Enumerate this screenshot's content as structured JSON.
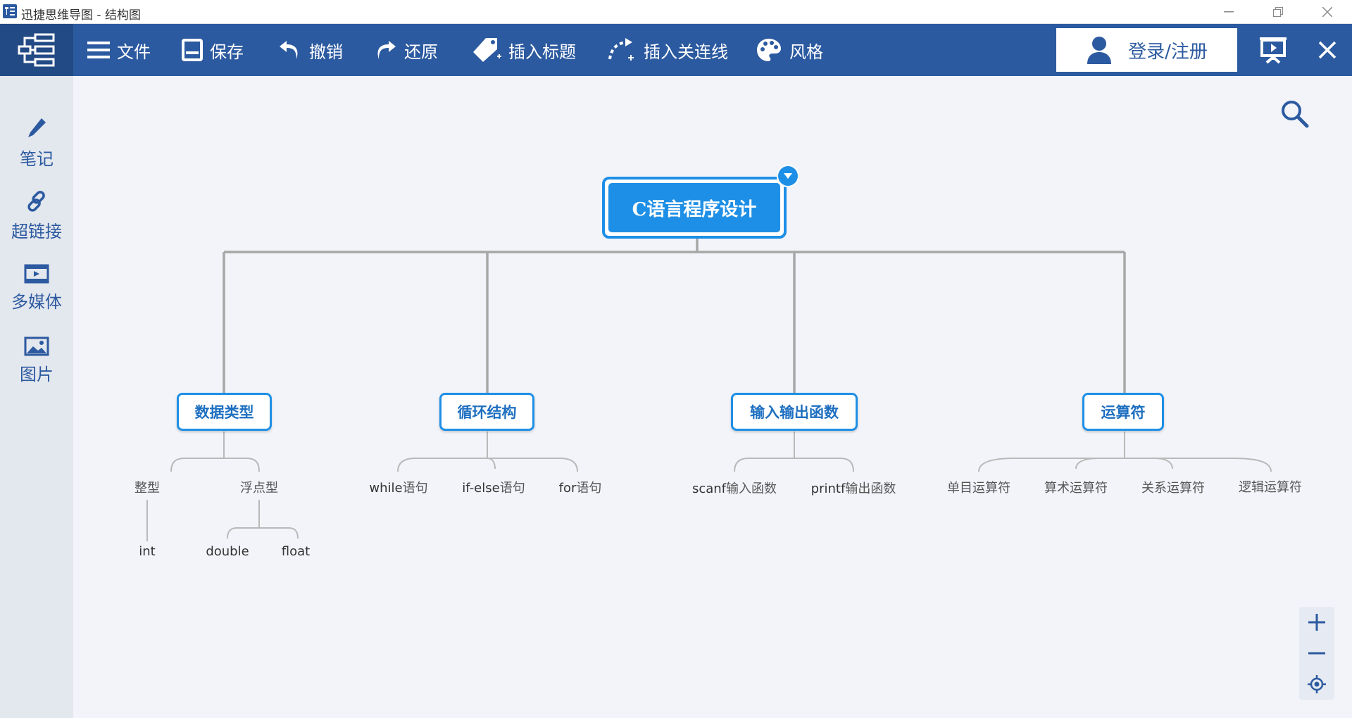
{
  "window": {
    "title": "迅捷思维导图 - 结构图",
    "controls": [
      "minimize-icon",
      "restore-icon",
      "close-icon"
    ]
  },
  "toolbar": {
    "items": [
      {
        "label": "文件",
        "icon": "menu-icon"
      },
      {
        "label": "保存",
        "icon": "save-icon"
      },
      {
        "label": "撤销",
        "icon": "undo-icon"
      },
      {
        "label": "还原",
        "icon": "redo-icon"
      },
      {
        "label": "插入标题",
        "icon": "tag-icon"
      },
      {
        "label": "插入关连线",
        "icon": "connector-icon"
      },
      {
        "label": "风格",
        "icon": "palette-icon"
      }
    ],
    "login_label": "登录/注册",
    "colors": {
      "bar": "#2c5aa0",
      "accent": "#1e8fe6"
    }
  },
  "sidebar": {
    "items": [
      {
        "label": "笔记",
        "icon": "pencil-icon"
      },
      {
        "label": "超链接",
        "icon": "link-icon"
      },
      {
        "label": "多媒体",
        "icon": "video-icon"
      },
      {
        "label": "图片",
        "icon": "image-icon"
      }
    ]
  },
  "mindmap": {
    "root": "C语言程序设计",
    "branches": [
      {
        "label": "数据类型",
        "children": [
          {
            "label": "整型",
            "children": [
              "int"
            ]
          },
          {
            "label": "浮点型",
            "children": [
              "double",
              "float"
            ]
          }
        ]
      },
      {
        "label": "循环结构",
        "children": [
          {
            "en": "while",
            "cn": "语句"
          },
          {
            "en": "if-else",
            "cn": "语句"
          },
          {
            "en": "for",
            "cn": "语句"
          }
        ]
      },
      {
        "label": "输入输出函数",
        "children": [
          {
            "en": "scanf",
            "cn": "输入函数"
          },
          {
            "en": "printf",
            "cn": "输出函数"
          }
        ]
      },
      {
        "label": "运算符",
        "children": [
          {
            "label": "单目运算符"
          },
          {
            "label": "算术运算符"
          },
          {
            "label": "关系运算符"
          },
          {
            "label": "逻辑运算符"
          }
        ]
      }
    ]
  },
  "zoom": {
    "in": "+",
    "out": "−"
  }
}
